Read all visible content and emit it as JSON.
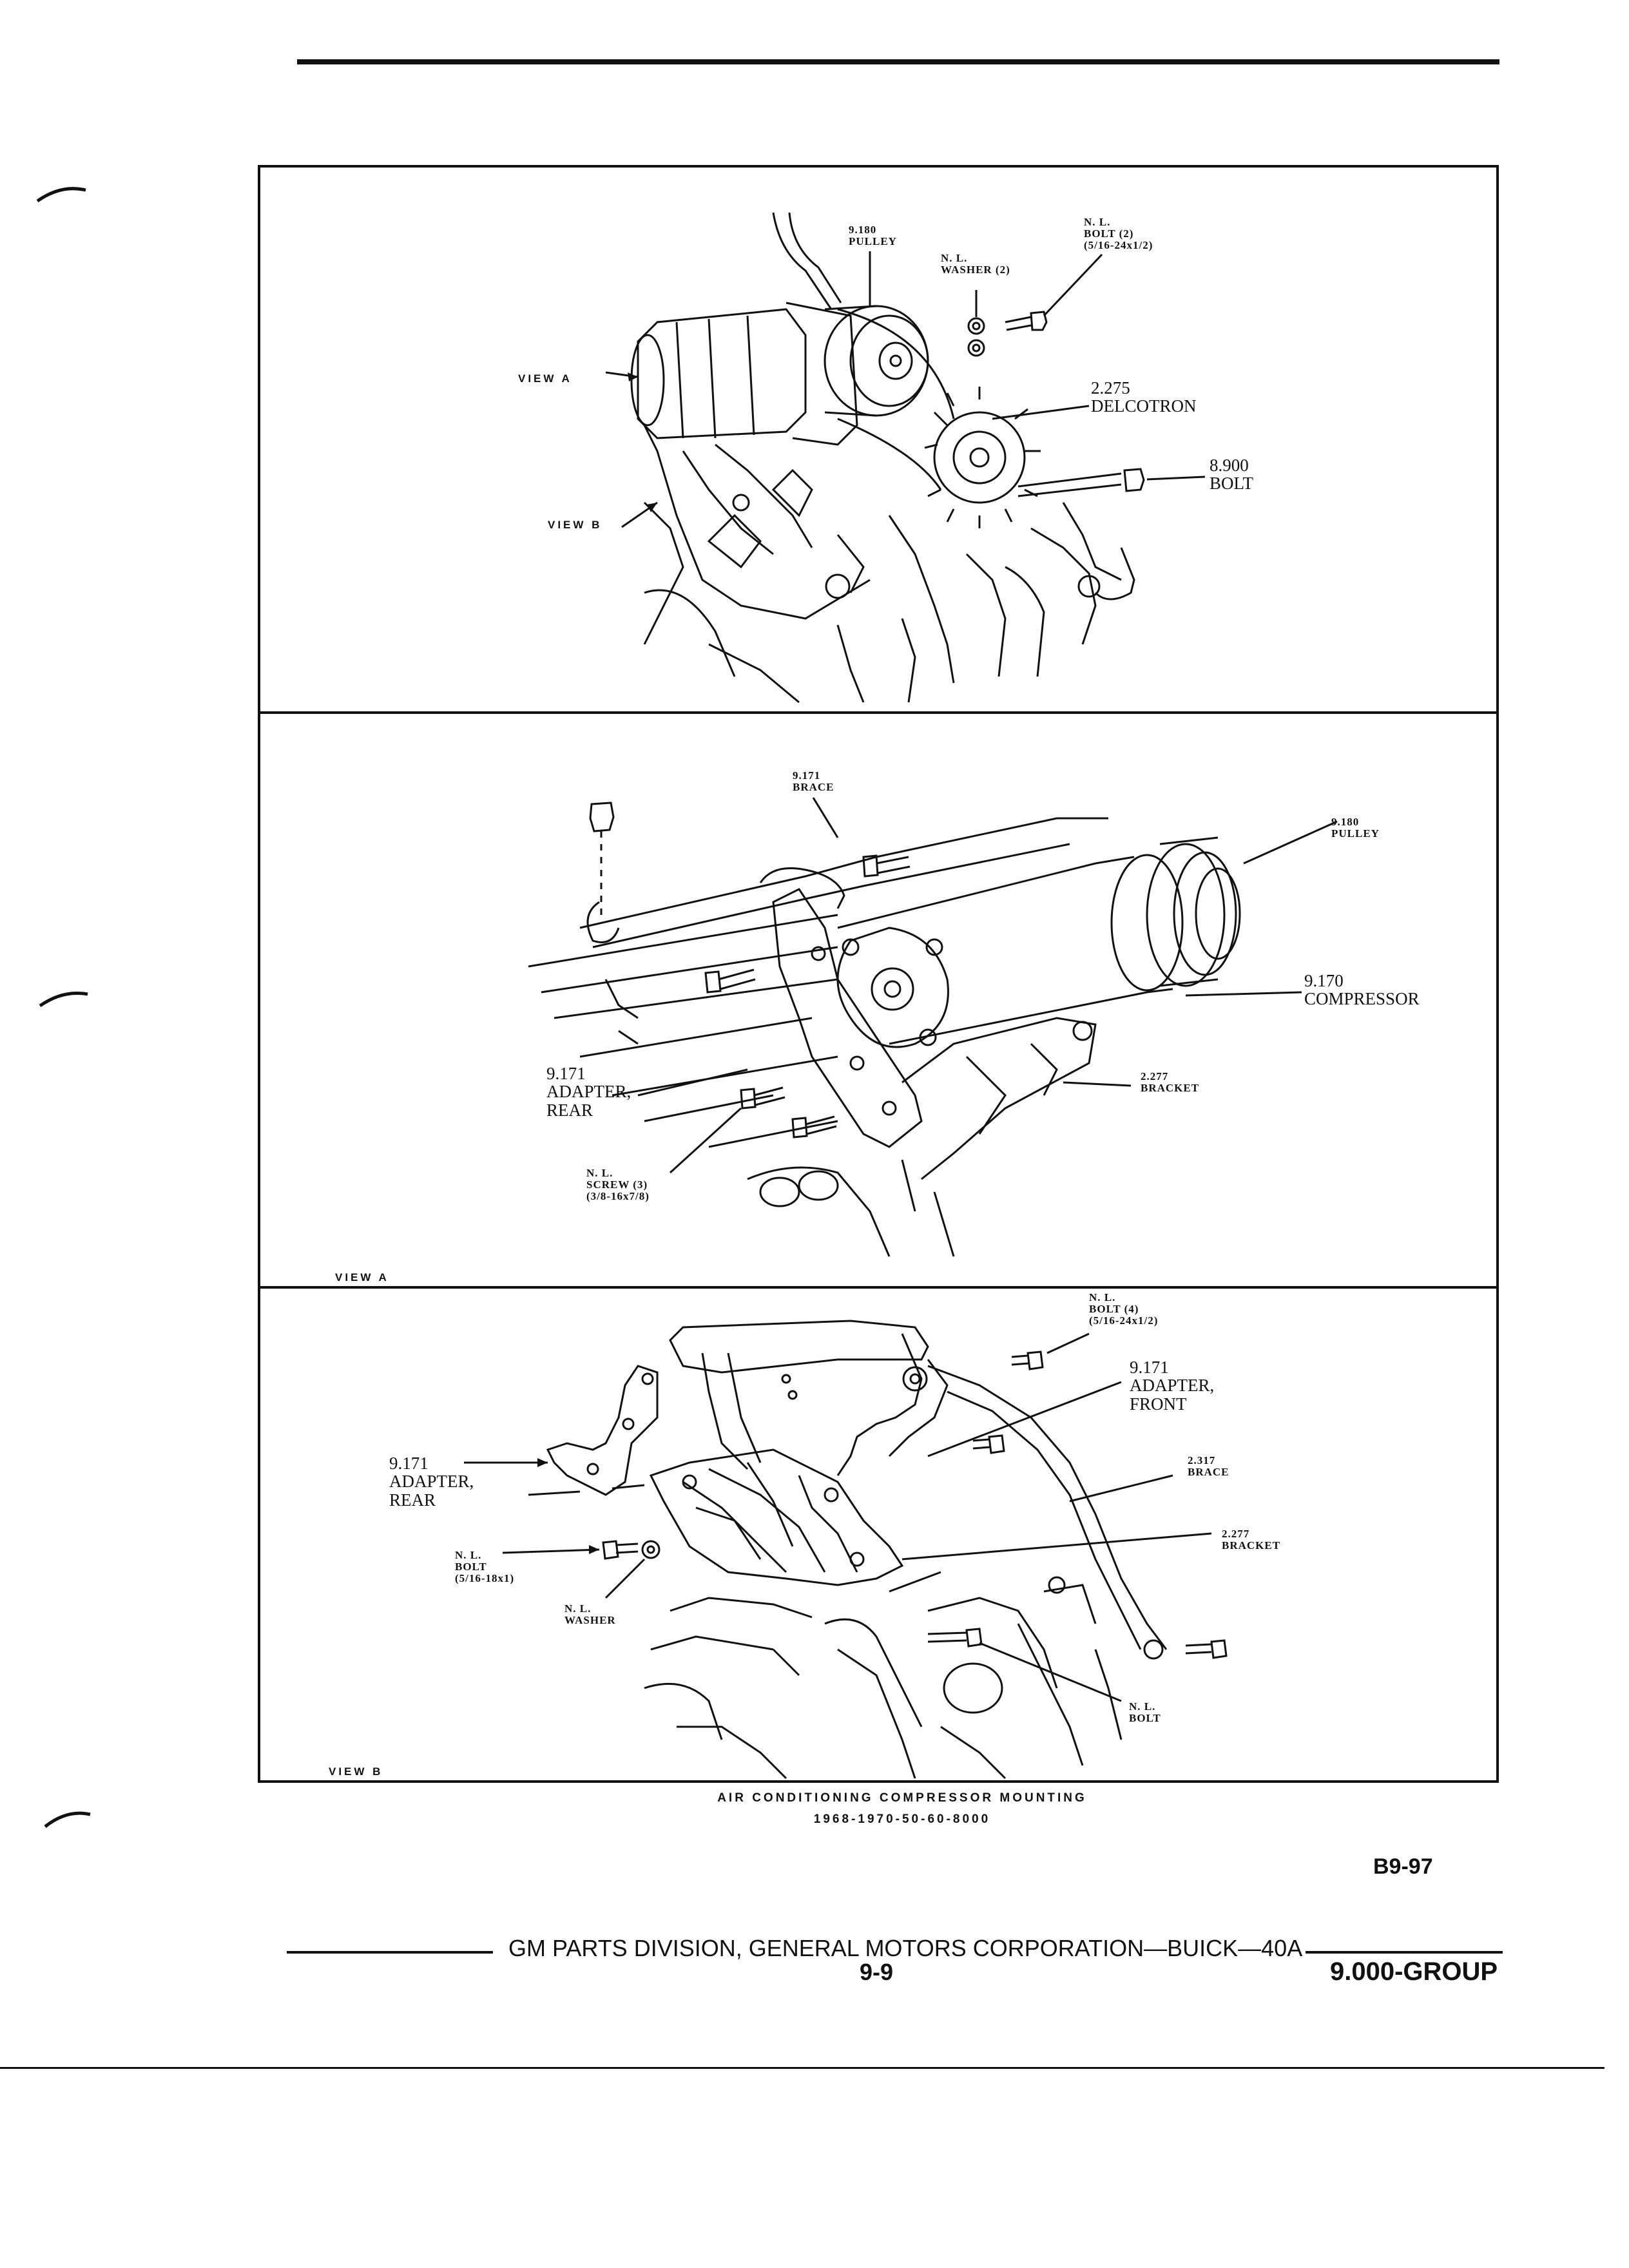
{
  "top_panel": {
    "pulley": "9.180\nPULLEY",
    "washer": "N. L.\nWASHER (2)",
    "bolt": "N. L.\nBOLT (2)\n(5/16-24x1/2)",
    "delcotron": "2.275\nDELCOTRON",
    "bolt_8900": "8.900\nBOLT",
    "view_a": "VIEW A",
    "view_b": "VIEW B"
  },
  "middle_panel": {
    "brace": "9.171\nBRACE",
    "pulley": "9.180\nPULLEY",
    "compressor": "9.170\nCOMPRESSOR",
    "bracket": "2.277\nBRACKET",
    "adapter_rear": "9.171\nADAPTER,\nREAR",
    "screw": "N. L.\nSCREW (3)\n(3/8-16x7/8)",
    "view_title": "VIEW A"
  },
  "bottom_panel": {
    "bolt4": "N. L.\nBOLT (4)\n(5/16-24x1/2)",
    "adapter_front": "9.171\nADAPTER,\nFRONT",
    "brace": "2.317\nBRACE",
    "bracket": "2.277\nBRACKET",
    "adapter_rear": "9.171\nADAPTER,\nREAR",
    "bolt": "N. L.\nBOLT\n(5/16-18x1)",
    "washer": "N. L.\nWASHER",
    "nl_bolt": "N. L.\nBOLT",
    "view_title": "VIEW B"
  },
  "caption": {
    "line1": "AIR CONDITIONING COMPRESSOR MOUNTING",
    "line2": "1968-1970-50-60-8000"
  },
  "page_code": "B9-97",
  "footer": {
    "division": "GM PARTS DIVISION,  GENERAL MOTORS CORPORATION—BUICK—40A",
    "page_number": "9-9",
    "group": "9.000-GROUP"
  }
}
